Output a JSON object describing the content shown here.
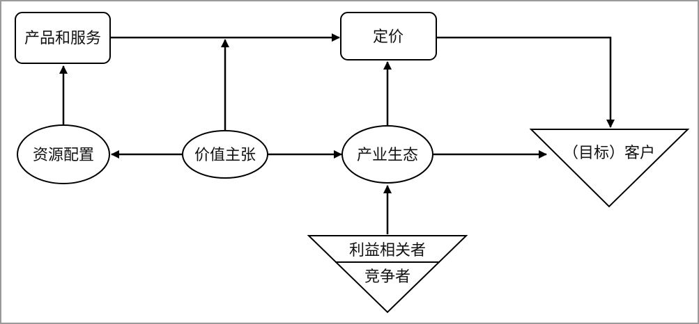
{
  "nodes": {
    "products_services": "产品和服务",
    "pricing": "定价",
    "resource_allocation": "资源配置",
    "value_proposition": "价值主张",
    "industry_ecosystem": "产业生态",
    "target_customers": "（目标）客户",
    "stakeholders": "利益相关者",
    "competitors": "竞争者"
  }
}
